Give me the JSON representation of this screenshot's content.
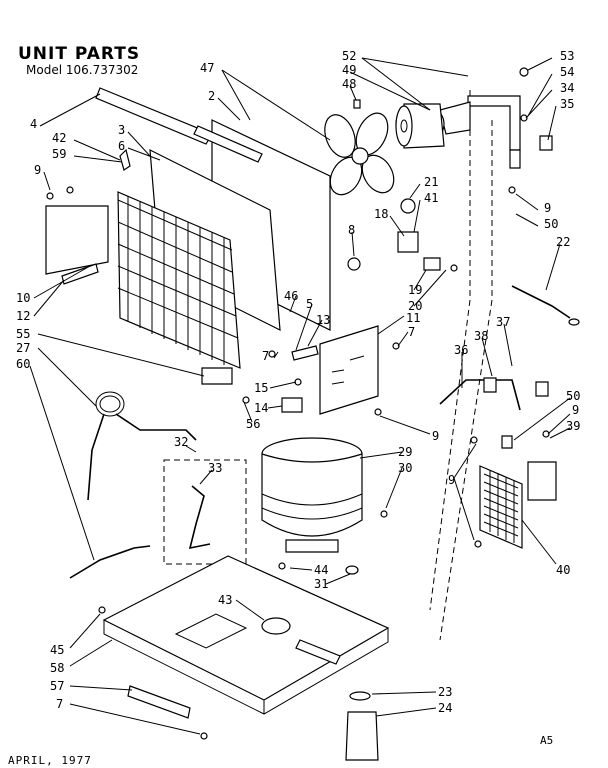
{
  "title": "UNIT PARTS",
  "model": "Model 106.737302",
  "date": "APRIL, 1977",
  "page_code": "A5",
  "callouts": {
    "c52": "52",
    "c49": "49",
    "c48": "48",
    "c53": "53",
    "c54": "54",
    "c34": "34",
    "c35": "35",
    "c47": "47",
    "c2": "2",
    "c4": "4",
    "c3": "3",
    "c6": "6",
    "c42": "42",
    "c59": "59",
    "c9a": "9",
    "c21": "21",
    "c41": "41",
    "c18": "18",
    "c8": "8",
    "c9b": "9",
    "c50a": "50",
    "c22": "22",
    "c10": "10",
    "c12": "12",
    "c55": "55",
    "c27": "27",
    "c60": "60",
    "c46": "46",
    "c5": "5",
    "c13": "13",
    "c11": "11",
    "c7a": "7",
    "c19": "19",
    "c20": "20",
    "c37": "37",
    "c38": "38",
    "c36": "36",
    "c7b": "7",
    "c15": "15",
    "c14": "14",
    "c56": "56",
    "c9c": "9",
    "c50b": "50",
    "c9d": "9",
    "c39": "39",
    "c32": "32",
    "c33": "33",
    "c29": "29",
    "c30": "30",
    "c9e": "9",
    "c40": "40",
    "c44": "44",
    "c31": "31",
    "c43": "43",
    "c45": "45",
    "c58": "58",
    "c57": "57",
    "c7c": "7",
    "c23": "23",
    "c24": "24"
  }
}
